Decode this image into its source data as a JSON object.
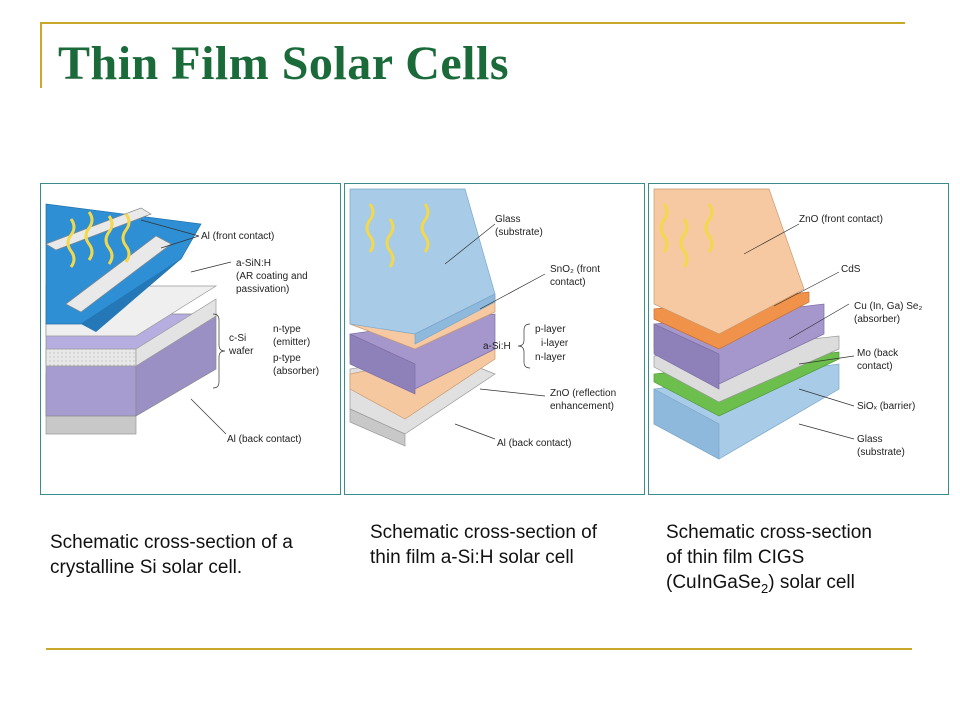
{
  "title": "Thin Film Solar Cells",
  "panels": [
    {
      "labels": {
        "front_contact": "Al (front contact)",
        "arc_1": "a-SiN:H",
        "arc_2": "(AR coating and",
        "arc_3": "passivation)",
        "wafer_1": "c-Si",
        "wafer_2": "wafer",
        "ntype_1": "n-type",
        "ntype_2": "(emitter)",
        "ptype_1": "p-type",
        "ptype_2": "(absorber)",
        "back_contact": "Al (back contact)"
      },
      "caption": "Schematic cross-section of a crystalline Si solar cell."
    },
    {
      "labels": {
        "glass_1": "Glass",
        "glass_2": "(substrate)",
        "sno2_1": "SnO₂ (front",
        "sno2_2": "contact)",
        "asih": "a-Si:H",
        "p_layer": "p-layer",
        "i_layer": "i-layer",
        "n_layer": "n-layer",
        "zno_1": "ZnO (reflection",
        "zno_2": "enhancement)",
        "back_contact": "Al (back contact)"
      },
      "caption": "Schematic cross-section of thin film a-Si:H solar cell"
    },
    {
      "labels": {
        "zno": "ZnO (front contact)",
        "cds": "CdS",
        "cigs_1": "Cu (In, Ga) Se₂",
        "cigs_2": "(absorber)",
        "mo_1": "Mo (back",
        "mo_2": "contact)",
        "siox_1": "SiOₓ (barrier)",
        "glass_1": "Glass",
        "glass_2": "(substrate)"
      },
      "caption_pre": "Schematic cross-section of thin film CIGS (CuInGaSe",
      "caption_sub": "2",
      "caption_post": ") solar cell"
    }
  ]
}
